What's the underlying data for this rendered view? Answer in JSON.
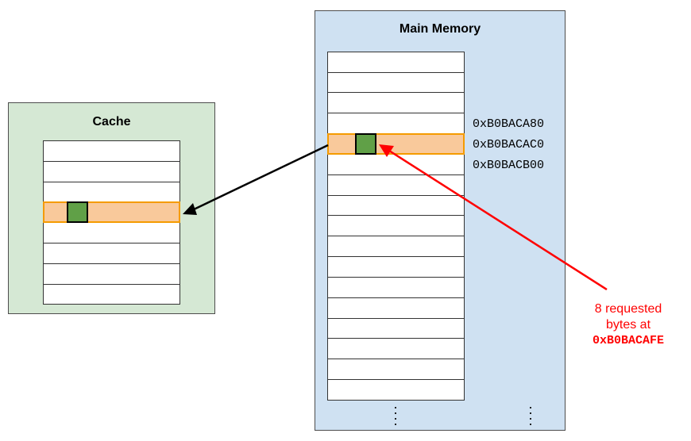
{
  "cache": {
    "title": "Cache"
  },
  "memory": {
    "title": "Main Memory",
    "addresses": [
      "0xB0BACA80",
      "0xB0BACAC0",
      "0xB0BACB00"
    ]
  },
  "annotation": {
    "line1": "8 requested",
    "line2": "bytes at",
    "address": "0xB0BACAFE"
  },
  "colors": {
    "cache_bg": "#d5e8d4",
    "memory_bg": "#cfe1f2",
    "highlight_fill": "#f9c99b",
    "highlight_border": "#f59b00",
    "byte_fill": "#60a047",
    "request_arrow": "#ff0000",
    "copy_arrow": "#000000"
  }
}
